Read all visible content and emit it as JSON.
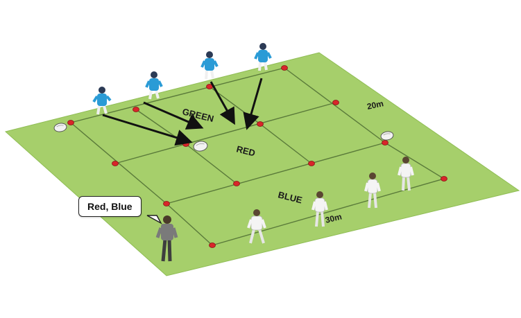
{
  "zones": {
    "green": "GREEN",
    "red": "RED",
    "blue": "BLUE"
  },
  "dimensions": {
    "width": "20m",
    "length": "30m"
  },
  "coach_call": "Red, Blue",
  "colors": {
    "pitch": "#a6cf6b",
    "pitch_edge": "#8fbd54",
    "lines": "#5a7a3a",
    "cone": "#d8262a",
    "attacker_shirt": "#2a9bd6",
    "defender_shirt": "#f4f4f4",
    "coach": "#7a7a7a",
    "arrow": "#111111"
  }
}
